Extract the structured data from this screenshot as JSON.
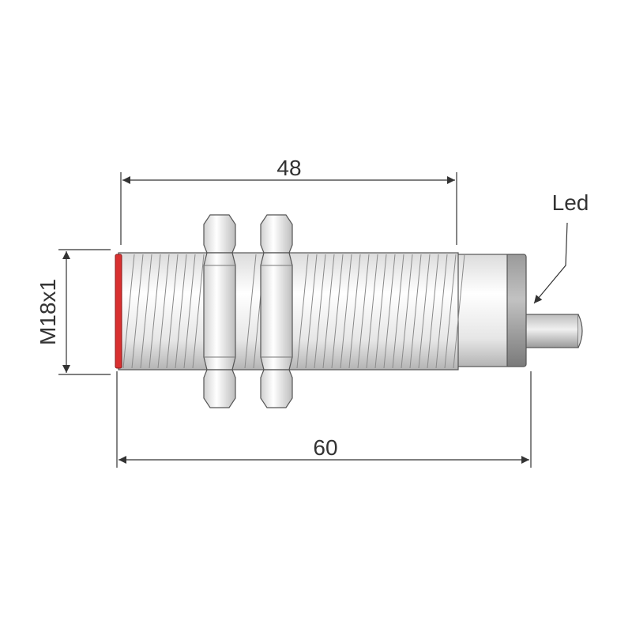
{
  "dimensions": {
    "thread_length": "48",
    "total_length": "60",
    "thread_spec": "M18x1"
  },
  "callouts": {
    "led": "Led"
  },
  "colors": {
    "line": "#333333",
    "body_light": "#f4f4f4",
    "body_shadow": "#b8b8b8",
    "thread_line": "#8a8a8a",
    "sensing_face": "#d93030",
    "led_ring": "#8f8f8f",
    "cable": "#c8c8c8"
  }
}
